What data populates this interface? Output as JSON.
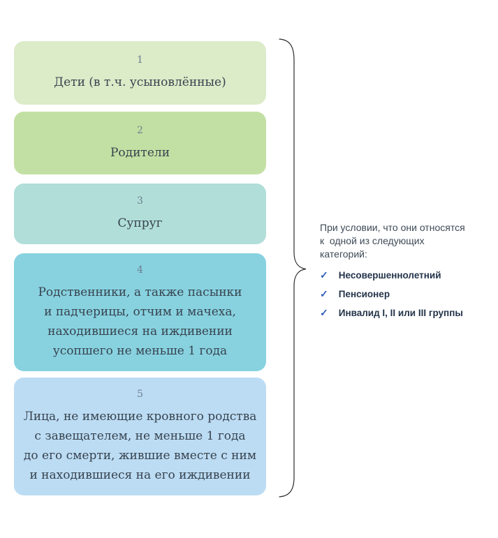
{
  "cards": [
    {
      "number": "1",
      "text": "Дети (в т.ч. усыновлённые)",
      "bg": "#dcebc8"
    },
    {
      "number": "2",
      "text": "Родители",
      "bg": "#c3e0a4"
    },
    {
      "number": "3",
      "text": "Супруг",
      "bg": "#b1ded9"
    },
    {
      "number": "4",
      "text": "Родственники, а также пасынки\nи падчерицы, отчим и мачеха,\nнаходившиеся на иждивении\nусопшего не меньше 1 года",
      "bg": "#88d2e0"
    },
    {
      "number": "5",
      "text": "Лица, не имеющие кровного родства\nс завещателем, не меньше 1 года\nдо его смерти, жившие вместе с ним\nи находившиеся на его иждивении",
      "bg": "#bcdcf4"
    }
  ],
  "condition": {
    "heading": "При условии, что они относятся\nк  одной из следующих\nкатегорий:",
    "check_glyph": "✓",
    "check_color": "#2e5cb8",
    "items": [
      {
        "label": "Несовершеннолетний"
      },
      {
        "label": "Пенсионер"
      },
      {
        "label": "Инвалид I, II или III группы"
      }
    ]
  },
  "colors": {
    "background": "#ffffff",
    "card_text": "#37434e",
    "card_number": "#6d7f8e",
    "heading_text": "#3e4a56",
    "item_text": "#24344a",
    "brace": "#2a2a2a"
  }
}
